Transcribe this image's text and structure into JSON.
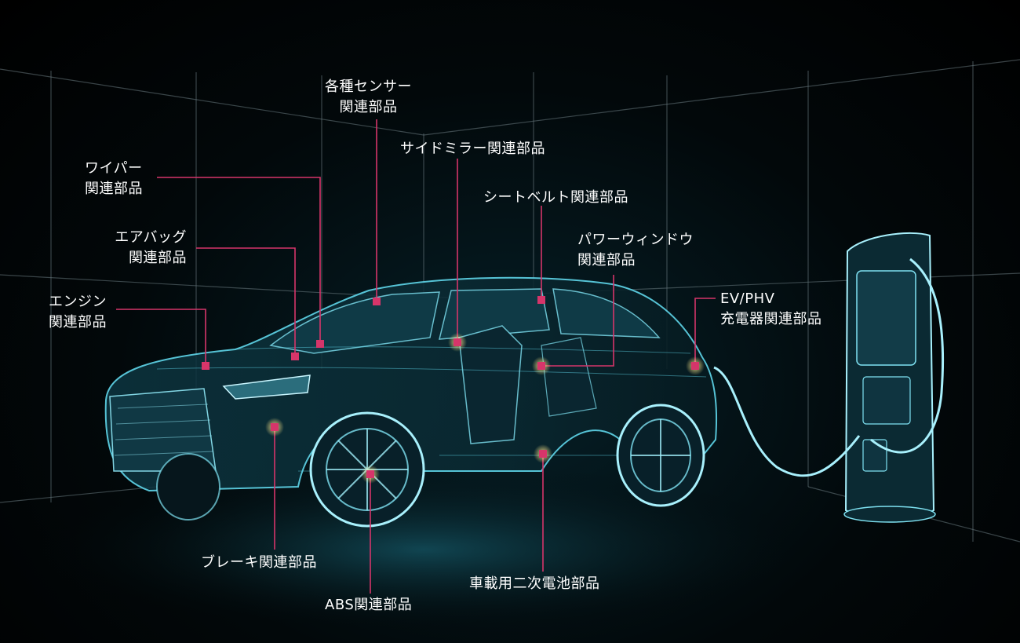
{
  "colors": {
    "accent": "#d6356a",
    "wireframe": "#5fd6ea",
    "label_text": "#ffffff",
    "background": "#000000"
  },
  "callouts": [
    {
      "id": "sensor",
      "lines": [
        "各種センサー",
        "関連部品"
      ]
    },
    {
      "id": "sidemirror",
      "lines": [
        "サイドミラー関連部品"
      ]
    },
    {
      "id": "wiper",
      "lines": [
        "ワイパー",
        "関連部品"
      ]
    },
    {
      "id": "seatbelt",
      "lines": [
        "シートベルト関連部品"
      ]
    },
    {
      "id": "airbag",
      "lines": [
        "エアバッグ",
        "関連部品"
      ]
    },
    {
      "id": "powerwindow",
      "lines": [
        "パワーウィンドウ",
        "関連部品"
      ]
    },
    {
      "id": "engine",
      "lines": [
        "エンジン",
        "関連部品"
      ]
    },
    {
      "id": "charger",
      "lines": [
        "EV/PHV",
        "充電器関連部品"
      ]
    },
    {
      "id": "brake",
      "lines": [
        "ブレーキ関連部品"
      ]
    },
    {
      "id": "abs",
      "lines": [
        "ABS関連部品"
      ]
    },
    {
      "id": "battery",
      "lines": [
        "車載用二次電池部品"
      ]
    }
  ]
}
